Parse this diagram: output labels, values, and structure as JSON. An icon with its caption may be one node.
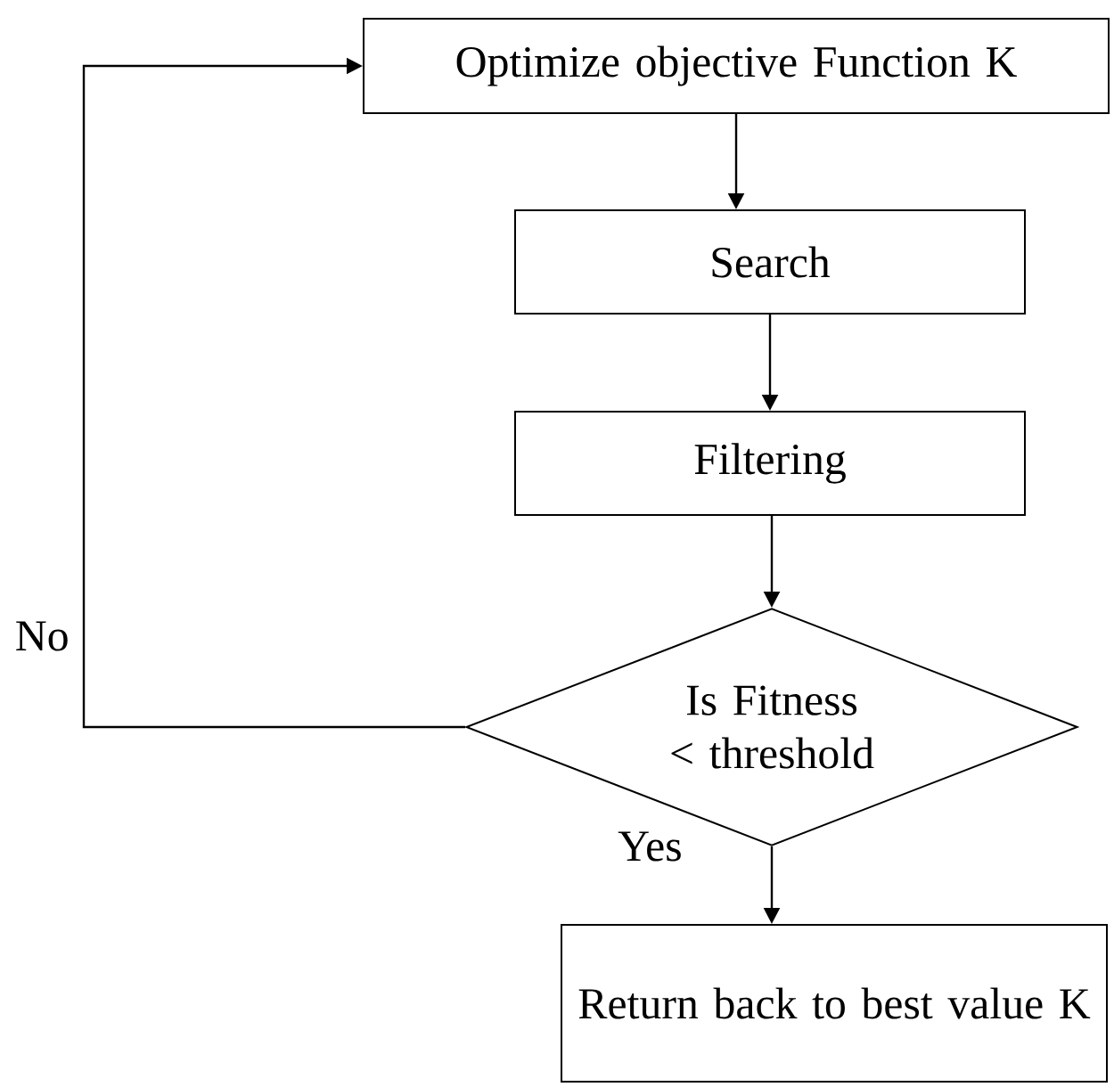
{
  "diagram": {
    "nodes": [
      {
        "text": [
          "Optimize objective Function K"
        ]
      },
      {
        "text": [
          "Search"
        ]
      },
      {
        "text": [
          "Filtering"
        ]
      },
      {
        "text": [
          "Is Fitness < threshold"
        ]
      },
      {
        "text": [
          "Return back to best value K"
        ]
      }
    ],
    "edges": [
      {
        "from": 0,
        "to": 1,
        "arrow": "to"
      },
      {
        "from": 1,
        "to": 2,
        "arrow": "to"
      },
      {
        "from": 2,
        "to": 3,
        "arrow": "to"
      },
      {
        "from": 3,
        "to": 4,
        "arrow": "to",
        "label": "Yes"
      },
      {
        "from": 3,
        "to": 0,
        "arrow": "to",
        "label": "No"
      }
    ]
  }
}
